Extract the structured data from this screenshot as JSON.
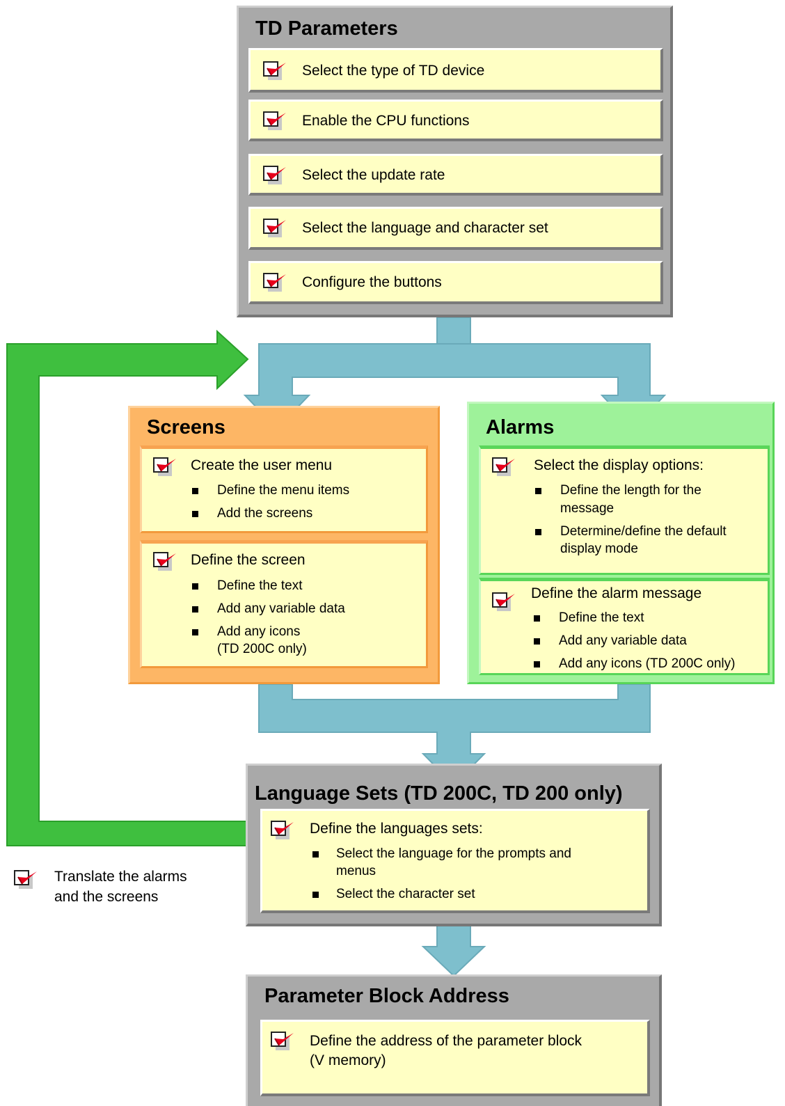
{
  "td_parameters": {
    "title": "TD Parameters",
    "items": [
      "Select the type of TD device",
      "Enable the CPU functions",
      "Select the update rate",
      "Select the language and character set",
      "Configure the buttons"
    ]
  },
  "screens": {
    "title": "Screens",
    "sections": [
      {
        "heading": "Create the user menu",
        "bullets": [
          "Define the menu items",
          "Add the screens"
        ]
      },
      {
        "heading": "Define the screen",
        "bullets": [
          "Define the text",
          "Add any variable data",
          "Add any icons",
          "(TD 200C only)"
        ]
      }
    ]
  },
  "alarms": {
    "title": "Alarms",
    "sections": [
      {
        "heading": "Select the display options:",
        "bullets": [
          "Define the length for the",
          "message",
          "Determine/define the default",
          "display mode"
        ]
      },
      {
        "heading": "Define the alarm message",
        "bullets": [
          "Define the text",
          "Add any variable data",
          "Add any icons (TD 200C only)"
        ]
      }
    ]
  },
  "language_sets": {
    "title": "Language Sets (TD 200C, TD 200 only)",
    "heading": "Define the languages sets:",
    "bullets": [
      "Select the language for the prompts and",
      "menus",
      "Select the character set"
    ]
  },
  "parameter_block": {
    "title": "Parameter Block Address",
    "lines": [
      "Define the address of the parameter block",
      "(V memory)"
    ]
  },
  "loop_note": {
    "lines": [
      "Translate the alarms",
      "and the screens"
    ]
  },
  "colors": {
    "blue_arrow": "#7ebfcd",
    "green_arrow": "#3fbf3f",
    "checkmark": "#e8001c"
  }
}
